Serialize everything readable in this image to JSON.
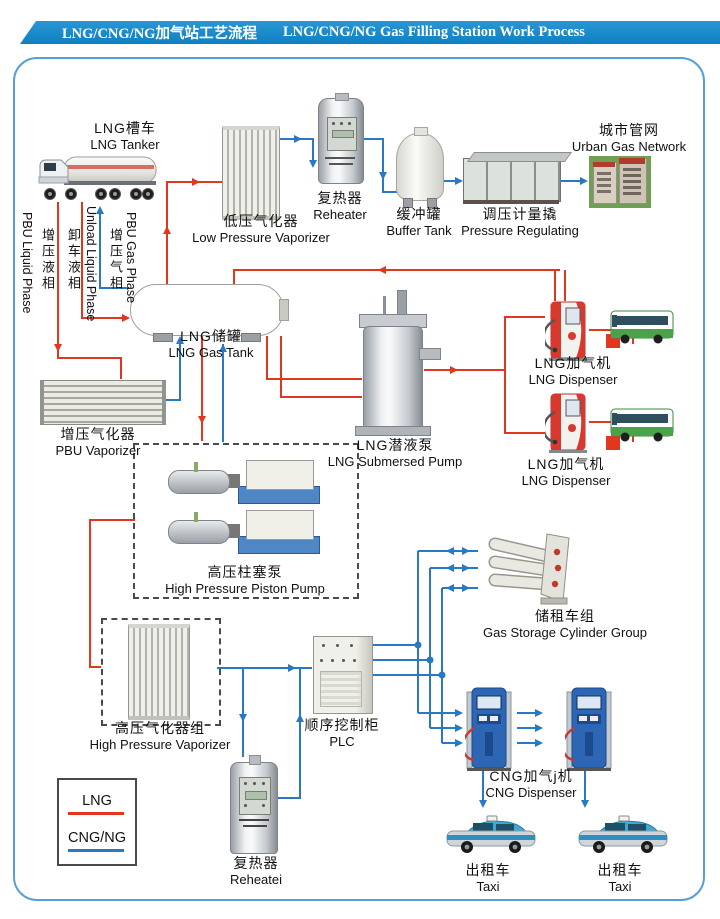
{
  "header": {
    "title_zh": "LNG/CNG/NG加气站工艺流程",
    "title_en": "LNG/CNG/NG Gas Filling Station Work Process"
  },
  "colors": {
    "lng_line": "#e2371f",
    "cng_line": "#2a78c3",
    "header_bg": "#0e80c2",
    "frame_border": "#57a0d3"
  },
  "legend": {
    "lng": "LNG",
    "cng": "CNG/NG"
  },
  "phase_labels": {
    "pbu_liquid": {
      "zh": "增压液相",
      "en": "PBU Liquid Phase"
    },
    "unload_liquid": {
      "zh": "卸车液相",
      "en": "Unload Liquid Phase"
    },
    "pbu_gas": {
      "zh": "增压气相",
      "en": "PBU Gas Phase"
    }
  },
  "equipment": {
    "lng_tanker": {
      "zh": "LNG槽车",
      "en": "LNG Tanker"
    },
    "low_pressure_vaporizer": {
      "zh": "低压气化器",
      "en": "Low Pressure Vaporizer"
    },
    "reheater_top": {
      "zh": "复热器",
      "en": "Reheater"
    },
    "buffer_tank": {
      "zh": "缓冲罐",
      "en": "Buffer Tank"
    },
    "pressure_regulating": {
      "zh": "调压计量撬",
      "en": "Pressure Regulating"
    },
    "urban_gas_network": {
      "zh": "城市管网",
      "en": "Urban Gas Network"
    },
    "lng_gas_tank": {
      "zh": "LNG储罐",
      "en": "LNG Gas Tank"
    },
    "lng_submersed_pump": {
      "zh": "LNG潜液泵",
      "en": "LNG Submersed Pump"
    },
    "lng_dispenser_1": {
      "zh": "LNG加气机",
      "en": "LNG Dispenser"
    },
    "lng_dispenser_2": {
      "zh": "LNG加气机",
      "en": "LNG Dispenser"
    },
    "pbu_vaporizer": {
      "zh": "增压气化器",
      "en": "PBU Vaporizer"
    },
    "hp_piston_pump": {
      "zh": "高压柱塞泵",
      "en": "High Pressure Piston Pump"
    },
    "gas_storage_group": {
      "zh": "储租车组",
      "en": "Gas Storage Cylinder Group"
    },
    "hp_vaporizer": {
      "zh": "高压气化器组",
      "en": "High Pressure Vaporizer"
    },
    "plc": {
      "zh": "顺序挖制柜",
      "en": "PLC"
    },
    "cng_dispenser": {
      "zh": "CNG加气j机",
      "en": "CNG Dispenser"
    },
    "reheater_bottom": {
      "zh": "复热器",
      "en": "Reheatei"
    },
    "taxi_1": {
      "zh": "出租车",
      "en": "Taxi"
    },
    "taxi_2": {
      "zh": "出租车",
      "en": "Taxi"
    }
  }
}
